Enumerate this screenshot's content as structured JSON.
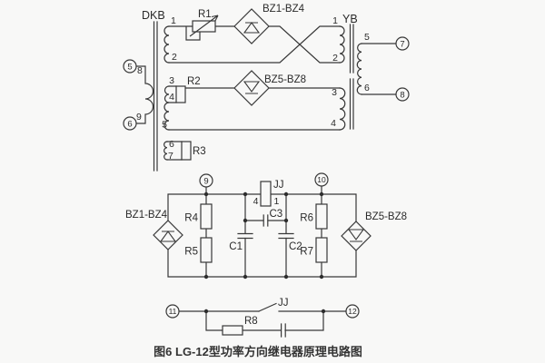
{
  "title": "图6  LG-12型功率方向继电器原理电路图",
  "labels": {
    "dkb": "DKB",
    "yb": "YB",
    "bz1_bz4": "BZ1-BZ4",
    "bz5_bz8": "BZ5-BZ8",
    "jj": "JJ",
    "r1": "R1",
    "r2": "R2",
    "r3": "R3",
    "r4": "R4",
    "r5": "R5",
    "r6": "R6",
    "r7": "R7",
    "r8": "R8",
    "c1": "C1",
    "c2": "C2",
    "c3": "C3"
  },
  "terminals": {
    "t5": "5",
    "t6": "6",
    "t7": "7",
    "t8": "8",
    "t9": "9",
    "t10": "10",
    "t11": "11",
    "t12": "12"
  },
  "pins": {
    "dkb_w1_top": "1",
    "dkb_w1_bot": "2",
    "dkb_w2_top": "3",
    "dkb_w2_mid": "4",
    "dkb_w2_bot": "5",
    "dkb_w3_top": "6",
    "dkb_w3_bot": "7",
    "dkb_prim_top": "8",
    "dkb_prim_bot": "9",
    "yb_w1_top": "1",
    "yb_w1_bot": "2",
    "yb_w2_top": "3",
    "yb_w2_bot": "4",
    "yb_sec_top": "5",
    "yb_sec_bot": "6",
    "jj_coil_left": "4",
    "jj_coil_right": "1"
  },
  "colors": {
    "line": "#383838",
    "text": "#2a2a2a",
    "background": "#f8f8f7"
  }
}
